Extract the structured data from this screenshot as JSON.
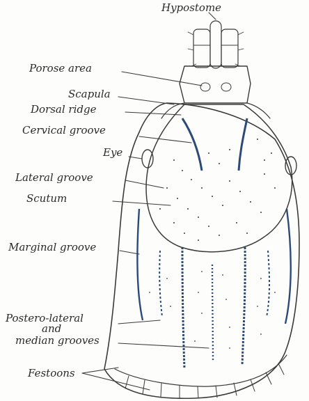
{
  "labels": {
    "hypostome": "Hypostome",
    "porose_area": "Porose area",
    "scapula": "Scapula",
    "dorsal_ridge": "Dorsal ridge",
    "cervical_groove": "Cervical groove",
    "eye": "Eye",
    "lateral_groove": "Lateral groove",
    "scutum": "Scutum",
    "marginal_groove": "Marginal groove",
    "postero_lateral_1": "Postero-lateral",
    "postero_lateral_2": "and",
    "postero_lateral_3": "median grooves",
    "festoons": "Festoons"
  },
  "colors": {
    "ink": "#3a3a3a",
    "groove_blue": "#2c4a78",
    "paper": "#fdfdfb"
  }
}
